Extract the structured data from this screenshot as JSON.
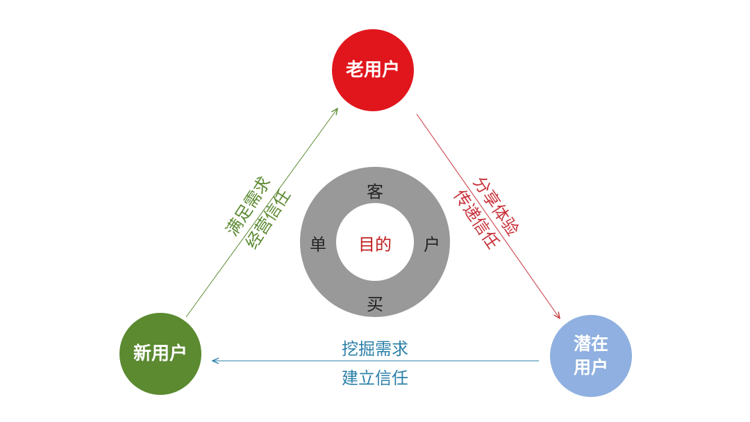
{
  "nodes": {
    "old_user": "老用户",
    "new_user": "新用户",
    "potential_user_line1": "潜在",
    "potential_user_line2": "用户"
  },
  "ring": {
    "top": "客",
    "right": "户",
    "bottom": "买",
    "left": "单",
    "center": "目的"
  },
  "edges": {
    "new_to_old": {
      "line1": "满足需求",
      "line2": "经营信任"
    },
    "old_to_potential": {
      "line1": "分享体验",
      "line2": "传递信任"
    },
    "potential_to_new": {
      "line1": "挖掘需求",
      "line2": "建立信任"
    }
  },
  "colors": {
    "old_user": "#e0161c",
    "new_user": "#5b8a31",
    "potential_user": "#8fb0e0",
    "ring": "#999999",
    "left_edge": "#5b8a31",
    "right_edge": "#c8323a",
    "bottom_edge": "#2a7fa8",
    "center_text": "#c02020"
  }
}
